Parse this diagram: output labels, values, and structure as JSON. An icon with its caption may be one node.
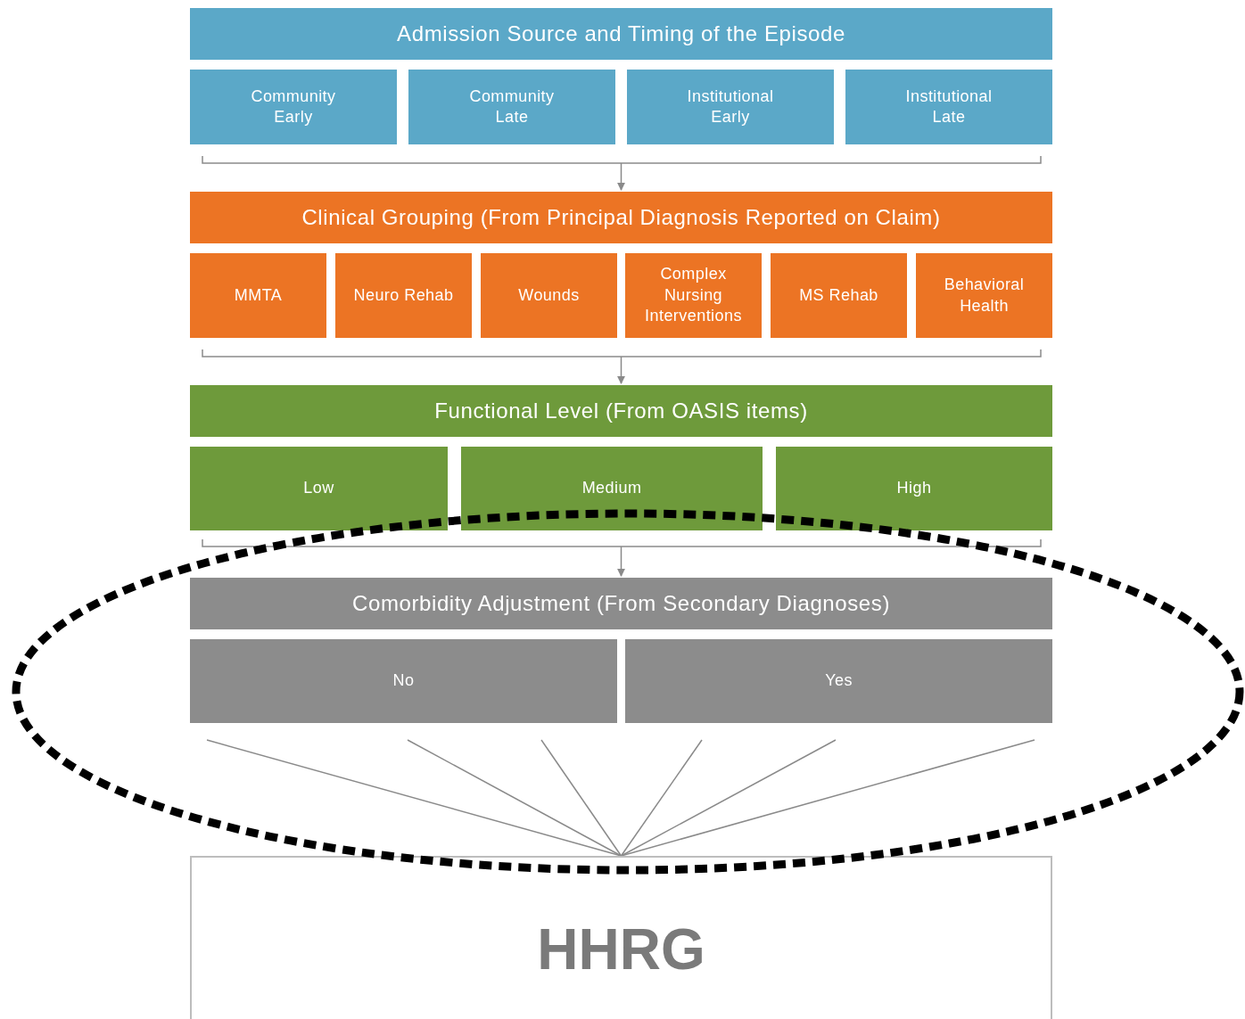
{
  "diagram": {
    "nodes": [
      {
        "text": [
          "Admission Source and Timing of the Episode"
        ]
      },
      {
        "text": [
          "Community Early"
        ]
      },
      {
        "text": [
          "Community Late"
        ]
      },
      {
        "text": [
          "Institutional Early"
        ]
      },
      {
        "text": [
          "Institutional Late"
        ]
      },
      {
        "text": [
          "Clinical Grouping (From Principal Diagnosis Reported on Claim)"
        ]
      },
      {
        "text": [
          "MMTA"
        ]
      },
      {
        "text": [
          "Neuro Rehab"
        ]
      },
      {
        "text": [
          "Wounds"
        ]
      },
      {
        "text": [
          "Complex Nursing Interventions"
        ]
      },
      {
        "text": [
          "MS Rehab"
        ]
      },
      {
        "text": [
          "Behavioral Health"
        ]
      },
      {
        "text": [
          "Functional Level (From OASIS items)"
        ]
      },
      {
        "text": [
          "Low"
        ]
      },
      {
        "text": [
          "Medium"
        ]
      },
      {
        "text": [
          "High"
        ]
      },
      {
        "text": [
          "Comorbidity Adjustment (From Secondary Diagnoses)"
        ]
      },
      {
        "text": [
          "No"
        ]
      },
      {
        "text": [
          "Yes"
        ]
      },
      {
        "text": [
          "HHRG"
        ]
      }
    ],
    "edges": [
      {
        "from": null,
        "to": 5,
        "arrow": "to"
      },
      {
        "from": null,
        "to": 12,
        "arrow": "to"
      },
      {
        "from": null,
        "to": 16,
        "arrow": "to"
      },
      {
        "from": null,
        "to": 19,
        "arrow": "none"
      },
      {
        "from": null,
        "to": 19,
        "arrow": "none"
      },
      {
        "from": null,
        "to": 19,
        "arrow": "none"
      },
      {
        "from": null,
        "to": 19,
        "arrow": "none"
      },
      {
        "from": null,
        "to": 19,
        "arrow": "none"
      },
      {
        "from": null,
        "to": 19,
        "arrow": "none"
      }
    ]
  }
}
